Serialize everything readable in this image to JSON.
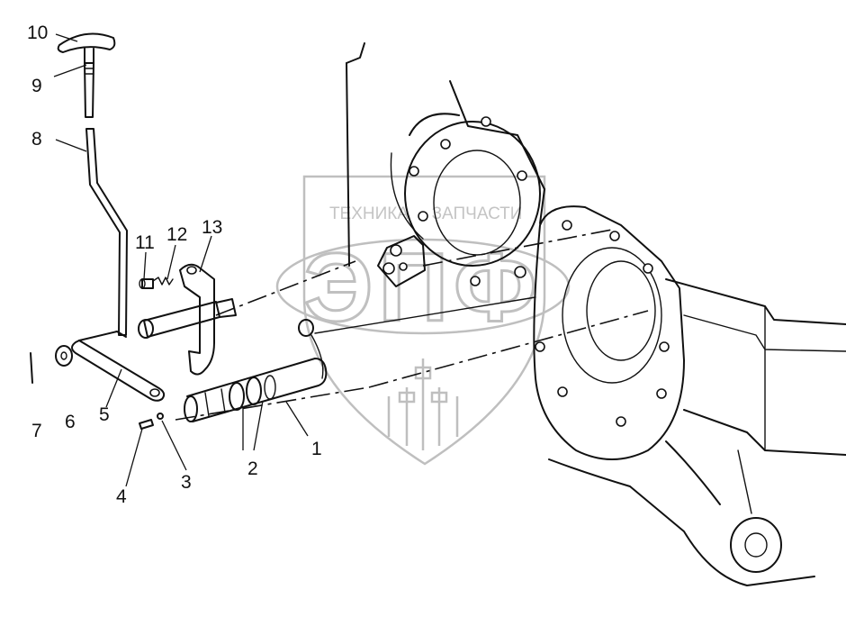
{
  "watermark": {
    "top_text": "ТЕХНИКА",
    "bottom_text": "ЗАПЧАСТИ",
    "logo": "ЭПФ"
  },
  "labels": [
    {
      "id": "10",
      "text": "10"
    },
    {
      "id": "9",
      "text": "9"
    },
    {
      "id": "8",
      "text": "8"
    },
    {
      "id": "11",
      "text": "11"
    },
    {
      "id": "12",
      "text": "12"
    },
    {
      "id": "13",
      "text": "13"
    },
    {
      "id": "7",
      "text": "7"
    },
    {
      "id": "6",
      "text": "6"
    },
    {
      "id": "5",
      "text": "5"
    },
    {
      "id": "4",
      "text": "4"
    },
    {
      "id": "3",
      "text": "3"
    },
    {
      "id": "2",
      "text": "2"
    },
    {
      "id": "1",
      "text": "1"
    }
  ]
}
